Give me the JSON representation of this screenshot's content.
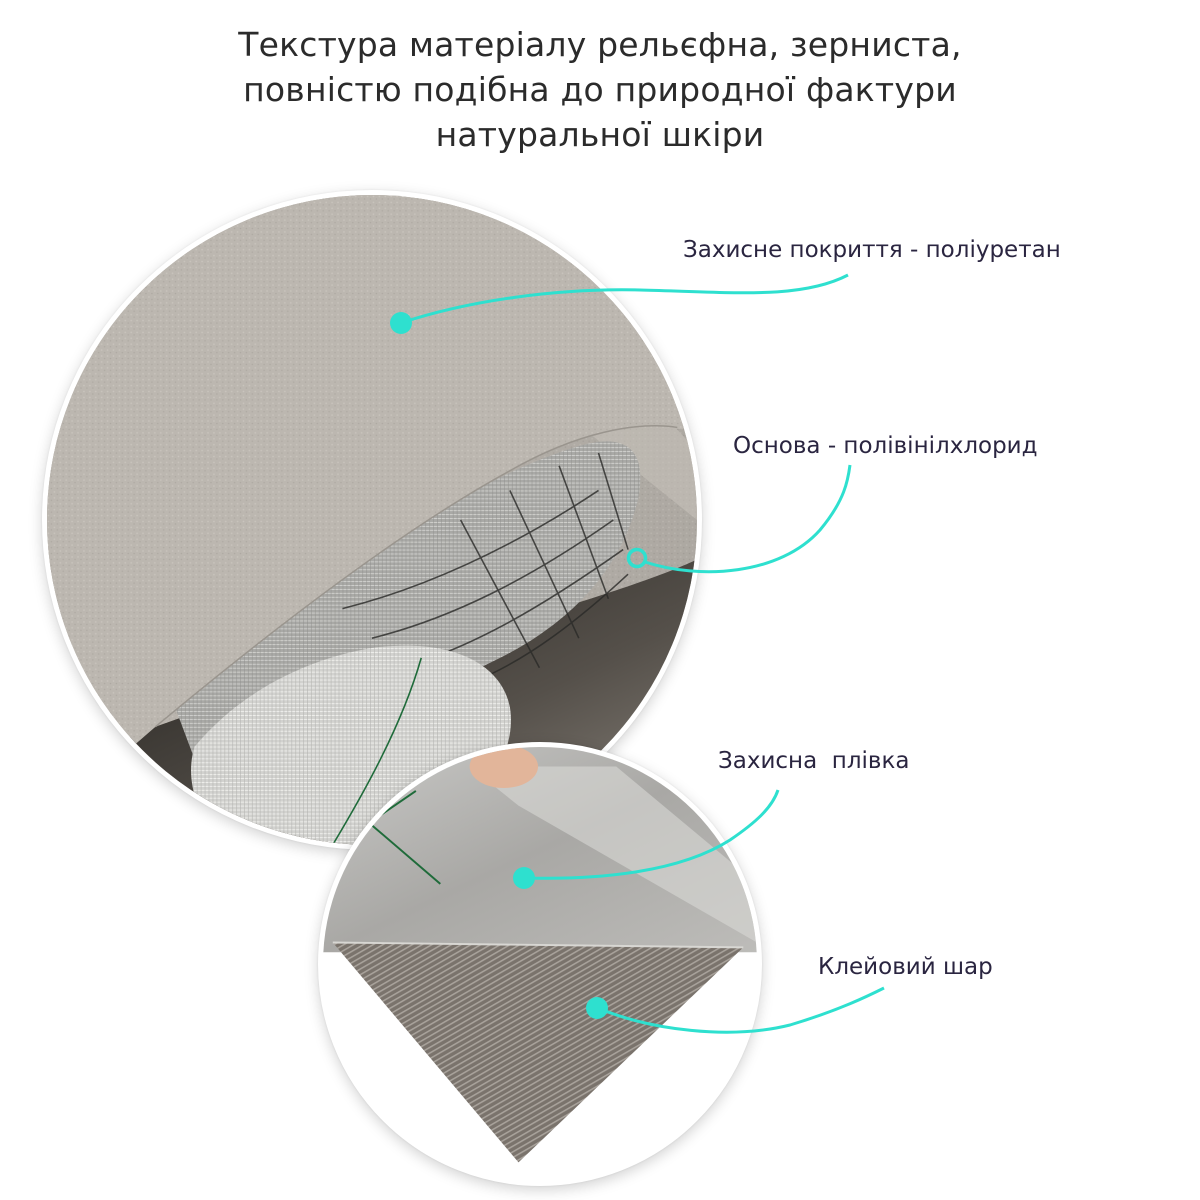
{
  "title": {
    "lines": [
      "Текстура матеріалу рельєфна, зерниста,",
      "повністю подібна до природної фактури",
      "натуральної шкіри"
    ]
  },
  "callouts": [
    {
      "label": "Захисне покриття - поліуретан",
      "marker": "filled-dot"
    },
    {
      "label": "Основа - полівінілхлорид",
      "marker": "ring-dot"
    },
    {
      "label": "Захисна  плівка",
      "marker": "filled-dot"
    },
    {
      "label": "Клейовий шар",
      "marker": "filled-dot"
    }
  ],
  "images": {
    "top_circle": "rolled-leatherette-sheet-photo",
    "bottom_circle": "peeled-protective-film-adhesive-layer-photo"
  },
  "colors": {
    "accent": "#2ee0cf",
    "text": "#2a2540",
    "title_text": "#2b2b2b",
    "leather": "#bdb8b1",
    "background": "#ffffff"
  }
}
